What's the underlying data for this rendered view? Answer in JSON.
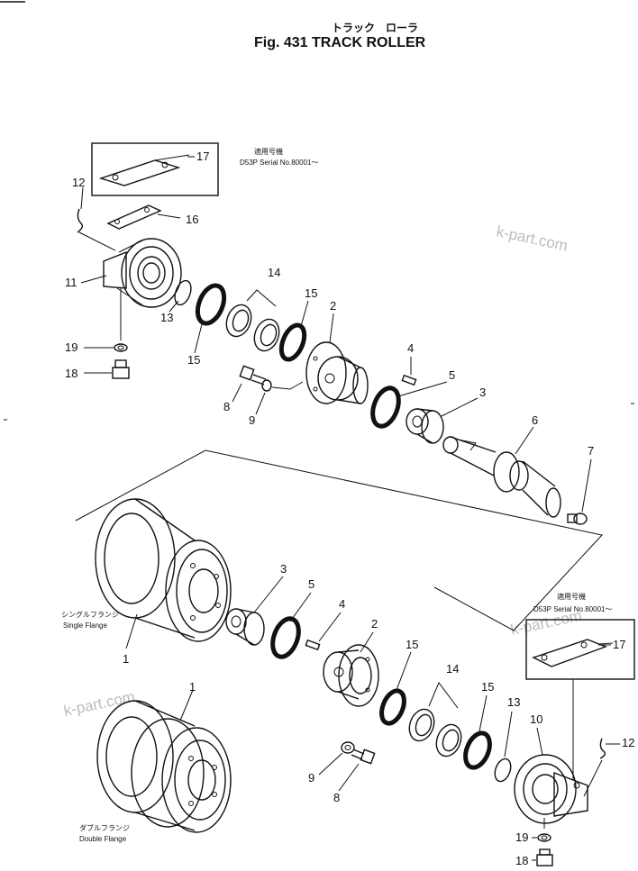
{
  "header": {
    "title_jp": "トラック　ローラ",
    "title": "Fig. 431   TRACK ROLLER"
  },
  "watermark": "k-part.com",
  "applicability": {
    "jp": "適用号機",
    "serial": "D53P Serial No.80001～"
  },
  "captions": {
    "single_jp": "シングルフランジ",
    "single": "Single Flange",
    "double_jp": "ダブルフランジ",
    "double": "Double Flange"
  },
  "labels": {
    "n1": "1",
    "n2": "2",
    "n3": "3",
    "n4": "4",
    "n5": "5",
    "n6": "6",
    "n7": "7",
    "n8": "8",
    "n9": "9",
    "n10": "10",
    "n11": "11",
    "n12": "12",
    "n13": "13",
    "n14": "14",
    "n15": "15",
    "n16": "16",
    "n17": "17",
    "n18": "18",
    "n19": "19"
  }
}
